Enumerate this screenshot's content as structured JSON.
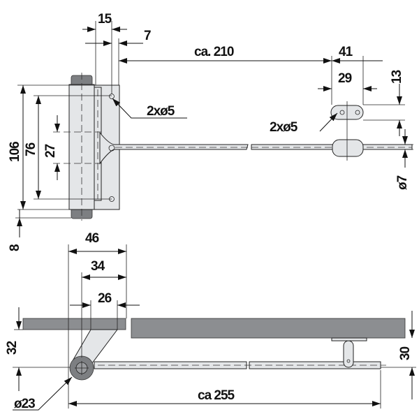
{
  "drawing": {
    "top_view": {
      "dim_15": "15",
      "dim_7": "7",
      "dim_ca210": "ca. 210",
      "dim_41": "41",
      "dim_29": "29",
      "dim_13": "13",
      "dim_hole_closer": "2xø5",
      "dim_hole_bracket": "2xø5",
      "dim_106": "106",
      "dim_76": "76",
      "dim_27": "27",
      "dim_8": "8",
      "dim_d7": "ø7"
    },
    "side_view": {
      "dim_46": "46",
      "dim_34": "34",
      "dim_26": "26",
      "dim_32": "32",
      "dim_30": "30",
      "dim_d23": "ø23",
      "dim_ca255": "ca 255"
    },
    "colors": {
      "part": "#e4e6e8",
      "cap": "#7d7f82",
      "slab": "#8c8e91"
    }
  }
}
